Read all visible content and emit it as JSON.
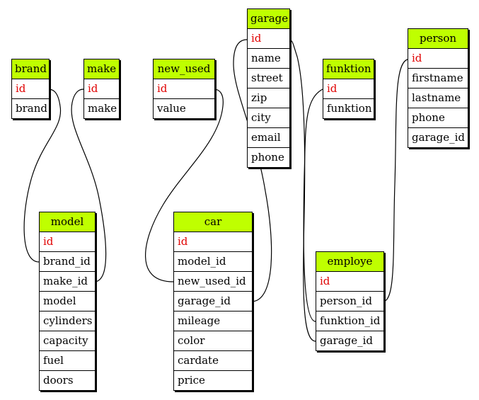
{
  "colors": {
    "header": "#bfff00",
    "primary_key": "#e00000",
    "line": "#000000"
  },
  "tables": {
    "brand": {
      "title": "brand",
      "fields": [
        "id",
        "brand"
      ]
    },
    "make": {
      "title": "make",
      "fields": [
        "id",
        "make"
      ]
    },
    "new_used": {
      "title": "new_used",
      "fields": [
        "id",
        "value"
      ]
    },
    "garage": {
      "title": "garage",
      "fields": [
        "id",
        "name",
        "street",
        "zip",
        "city",
        "email",
        "phone"
      ]
    },
    "funktion": {
      "title": "funktion",
      "fields": [
        "id",
        "funktion"
      ]
    },
    "person": {
      "title": "person",
      "fields": [
        "id",
        "firstname",
        "lastname",
        "phone",
        "garage_id"
      ]
    },
    "model": {
      "title": "model",
      "fields": [
        "id",
        "brand_id",
        "make_id",
        "model",
        "cylinders",
        "capacity",
        "fuel",
        "doors"
      ]
    },
    "car": {
      "title": "car",
      "fields": [
        "id",
        "model_id",
        "new_used_id",
        "garage_id",
        "mileage",
        "color",
        "cardate",
        "price"
      ]
    },
    "employe": {
      "title": "employe",
      "fields": [
        "id",
        "person_id",
        "funktion_id",
        "garage_id"
      ]
    }
  },
  "relations": [
    {
      "from": "model.brand_id",
      "to": "brand.id"
    },
    {
      "from": "model.make_id",
      "to": "make.id"
    },
    {
      "from": "car.new_used_id",
      "to": "new_used.id"
    },
    {
      "from": "car.garage_id",
      "to": "garage.id"
    },
    {
      "from": "employe.person_id",
      "to": "person.id"
    },
    {
      "from": "employe.funktion_id",
      "to": "funktion.id"
    },
    {
      "from": "employe.garage_id",
      "to": "garage.id"
    }
  ]
}
